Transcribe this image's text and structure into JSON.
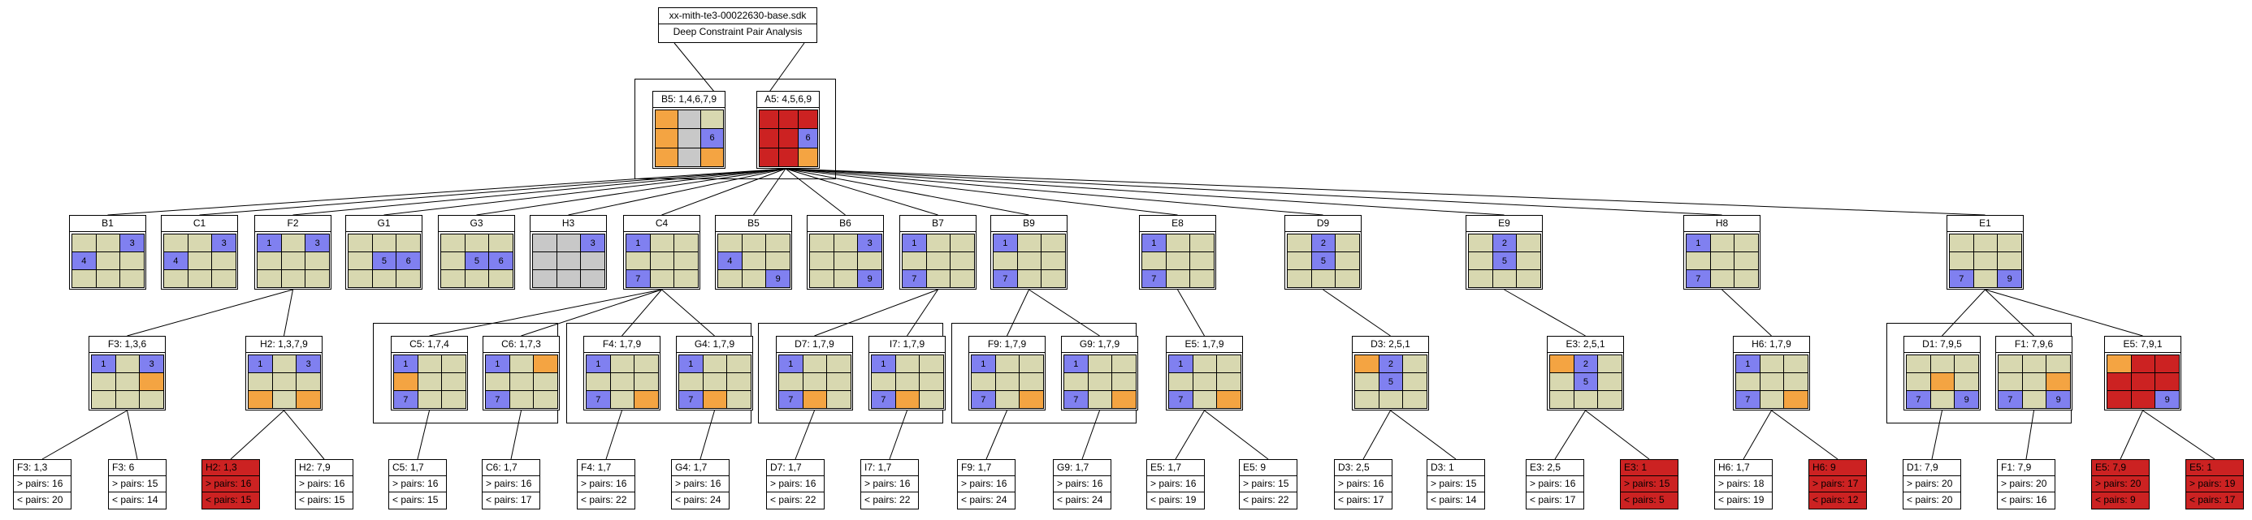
{
  "root": {
    "name": "xx-mith-te3-00022630-base.sdk",
    "subtitle": "Deep Constraint Pair Analysis"
  },
  "colors": {
    "B": "#d8d8b0",
    "O": "#f4a442",
    "P": "#8080f0",
    "G": "#c8c8c8",
    "R": "#cc2222",
    "W": "#ffffff"
  },
  "nodes": [
    {
      "title": "B5: 1,4,6,7,9",
      "cells": [
        [
          "O",
          "G",
          "B"
        ],
        [
          "O",
          "G",
          "P:6"
        ],
        [
          "O",
          "G",
          "O"
        ]
      ]
    },
    {
      "title": "A5: 4,5,6,9",
      "cells": [
        [
          "R",
          "R",
          "R"
        ],
        [
          "R",
          "R",
          "P:6"
        ],
        [
          "R",
          "R",
          "O"
        ]
      ]
    },
    {
      "title": "B1",
      "cells": [
        [
          "B",
          "B",
          "P:3"
        ],
        [
          "P:4",
          "B",
          "B"
        ],
        [
          "B",
          "B",
          "B"
        ]
      ]
    },
    {
      "title": "C1",
      "cells": [
        [
          "B",
          "B",
          "P:3"
        ],
        [
          "P:4",
          "B",
          "B"
        ],
        [
          "B",
          "B",
          "B"
        ]
      ]
    },
    {
      "title": "F2",
      "cells": [
        [
          "P:1",
          "B",
          "P:3"
        ],
        [
          "B",
          "B",
          "B"
        ],
        [
          "B",
          "B",
          "B"
        ]
      ]
    },
    {
      "title": "G1",
      "cells": [
        [
          "B",
          "B",
          "B"
        ],
        [
          "B",
          "P:5",
          "P:6"
        ],
        [
          "B",
          "B",
          "B"
        ]
      ]
    },
    {
      "title": "G3",
      "cells": [
        [
          "B",
          "B",
          "B"
        ],
        [
          "B",
          "P:5",
          "P:6"
        ],
        [
          "B",
          "B",
          "B"
        ]
      ]
    },
    {
      "title": "H3",
      "cells": [
        [
          "G",
          "G",
          "P:3"
        ],
        [
          "G",
          "G",
          "G"
        ],
        [
          "G",
          "G",
          "G"
        ]
      ]
    },
    {
      "title": "C4",
      "cells": [
        [
          "P:1",
          "B",
          "B"
        ],
        [
          "B",
          "B",
          "B"
        ],
        [
          "P:7",
          "B",
          "B"
        ]
      ]
    },
    {
      "title": "B5",
      "cells": [
        [
          "B",
          "B",
          "B"
        ],
        [
          "P:4",
          "B",
          "B"
        ],
        [
          "B",
          "B",
          "P:9"
        ]
      ]
    },
    {
      "title": "B6",
      "cells": [
        [
          "B",
          "B",
          "P:3"
        ],
        [
          "B",
          "B",
          "B"
        ],
        [
          "B",
          "B",
          "P:9"
        ]
      ]
    },
    {
      "title": "B7",
      "cells": [
        [
          "P:1",
          "B",
          "B"
        ],
        [
          "B",
          "B",
          "B"
        ],
        [
          "P:7",
          "B",
          "B"
        ]
      ]
    },
    {
      "title": "B9",
      "cells": [
        [
          "P:1",
          "B",
          "B"
        ],
        [
          "B",
          "B",
          "B"
        ],
        [
          "P:7",
          "B",
          "B"
        ]
      ]
    },
    {
      "title": "E8",
      "cells": [
        [
          "P:1",
          "B",
          "B"
        ],
        [
          "B",
          "B",
          "B"
        ],
        [
          "P:7",
          "B",
          "B"
        ]
      ]
    },
    {
      "title": "D9",
      "cells": [
        [
          "B",
          "P:2",
          "B"
        ],
        [
          "B",
          "P:5",
          "B"
        ],
        [
          "B",
          "B",
          "B"
        ]
      ]
    },
    {
      "title": "E9",
      "cells": [
        [
          "B",
          "P:2",
          "B"
        ],
        [
          "B",
          "P:5",
          "B"
        ],
        [
          "B",
          "B",
          "B"
        ]
      ]
    },
    {
      "title": "H8",
      "cells": [
        [
          "P:1",
          "B",
          "B"
        ],
        [
          "B",
          "B",
          "B"
        ],
        [
          "P:7",
          "B",
          "B"
        ]
      ]
    },
    {
      "title": "E1",
      "cells": [
        [
          "B",
          "B",
          "B"
        ],
        [
          "B",
          "B",
          "B"
        ],
        [
          "P:7",
          "B",
          "P:9"
        ]
      ]
    },
    {
      "title": "F3: 1,3,6",
      "cells": [
        [
          "P:1",
          "B",
          "P:3"
        ],
        [
          "B",
          "B",
          "O"
        ],
        [
          "B",
          "B",
          "B"
        ]
      ]
    },
    {
      "title": "H2: 1,3,7,9",
      "cells": [
        [
          "P:1",
          "B",
          "P:3"
        ],
        [
          "B",
          "B",
          "B"
        ],
        [
          "O",
          "B",
          "O"
        ]
      ]
    },
    {
      "title": "C5: 1,7,4",
      "cells": [
        [
          "P:1",
          "B",
          "B"
        ],
        [
          "O",
          "B",
          "B"
        ],
        [
          "P:7",
          "B",
          "B"
        ]
      ]
    },
    {
      "title": "C6: 1,7,3",
      "cells": [
        [
          "P:1",
          "B",
          "O"
        ],
        [
          "B",
          "B",
          "B"
        ],
        [
          "P:7",
          "B",
          "B"
        ]
      ]
    },
    {
      "title": "F4: 1,7,9",
      "cells": [
        [
          "P:1",
          "B",
          "B"
        ],
        [
          "B",
          "B",
          "B"
        ],
        [
          "P:7",
          "B",
          "O"
        ]
      ]
    },
    {
      "title": "G4: 1,7,9",
      "cells": [
        [
          "P:1",
          "B",
          "B"
        ],
        [
          "B",
          "B",
          "B"
        ],
        [
          "P:7",
          "O",
          "B"
        ]
      ]
    },
    {
      "title": "D7: 1,7,9",
      "cells": [
        [
          "P:1",
          "B",
          "B"
        ],
        [
          "B",
          "B",
          "B"
        ],
        [
          "P:7",
          "O",
          "B"
        ]
      ]
    },
    {
      "title": "I7: 1,7,9",
      "cells": [
        [
          "P:1",
          "B",
          "B"
        ],
        [
          "B",
          "B",
          "B"
        ],
        [
          "P:7",
          "O",
          "B"
        ]
      ]
    },
    {
      "title": "F9: 1,7,9",
      "cells": [
        [
          "P:1",
          "B",
          "B"
        ],
        [
          "B",
          "B",
          "B"
        ],
        [
          "P:7",
          "B",
          "O"
        ]
      ]
    },
    {
      "title": "G9: 1,7,9",
      "cells": [
        [
          "P:1",
          "B",
          "B"
        ],
        [
          "B",
          "B",
          "B"
        ],
        [
          "P:7",
          "B",
          "O"
        ]
      ]
    },
    {
      "title": "E5: 1,7,9",
      "cells": [
        [
          "P:1",
          "B",
          "B"
        ],
        [
          "B",
          "B",
          "B"
        ],
        [
          "P:7",
          "B",
          "O"
        ]
      ]
    },
    {
      "title": "D3: 2,5,1",
      "cells": [
        [
          "O",
          "P:2",
          "B"
        ],
        [
          "B",
          "P:5",
          "B"
        ],
        [
          "B",
          "B",
          "B"
        ]
      ]
    },
    {
      "title": "E3: 2,5,1",
      "cells": [
        [
          "O",
          "P:2",
          "B"
        ],
        [
          "B",
          "P:5",
          "B"
        ],
        [
          "B",
          "B",
          "B"
        ]
      ]
    },
    {
      "title": "H6: 1,7,9",
      "cells": [
        [
          "P:1",
          "B",
          "B"
        ],
        [
          "B",
          "B",
          "B"
        ],
        [
          "P:7",
          "B",
          "O"
        ]
      ]
    },
    {
      "title": "D1: 7,9,5",
      "cells": [
        [
          "B",
          "B",
          "B"
        ],
        [
          "B",
          "O",
          "B"
        ],
        [
          "P:7",
          "B",
          "P:9"
        ]
      ]
    },
    {
      "title": "F1: 7,9,6",
      "cells": [
        [
          "B",
          "B",
          "B"
        ],
        [
          "B",
          "B",
          "O"
        ],
        [
          "P:7",
          "B",
          "P:9"
        ]
      ]
    },
    {
      "title": "E5: 7,9,1",
      "cells": [
        [
          "O",
          "R",
          "R"
        ],
        [
          "R",
          "R",
          "R"
        ],
        [
          "R",
          "R",
          "P:9"
        ]
      ]
    }
  ],
  "leaves": [
    {
      "lines": [
        "F3: 1,3",
        "> pairs: 16",
        "< pairs: 20"
      ],
      "red": false
    },
    {
      "lines": [
        "F3: 6",
        "> pairs: 15",
        "< pairs: 14"
      ],
      "red": false
    },
    {
      "lines": [
        "H2: 1,3",
        "> pairs: 16",
        "< pairs: 15"
      ],
      "red": true
    },
    {
      "lines": [
        "H2: 7,9",
        "> pairs: 16",
        "< pairs: 15"
      ],
      "red": false
    },
    {
      "lines": [
        "C5: 1,7",
        "> pairs: 16",
        "< pairs: 15"
      ],
      "red": false
    },
    {
      "lines": [
        "C6: 1,7",
        "> pairs: 16",
        "< pairs: 17"
      ],
      "red": false
    },
    {
      "lines": [
        "F4: 1,7",
        "> pairs: 16",
        "< pairs: 22"
      ],
      "red": false
    },
    {
      "lines": [
        "G4: 1,7",
        "> pairs: 16",
        "< pairs: 24"
      ],
      "red": false
    },
    {
      "lines": [
        "D7: 1,7",
        "> pairs: 16",
        "< pairs: 22"
      ],
      "red": false
    },
    {
      "lines": [
        "I7: 1,7",
        "> pairs: 16",
        "< pairs: 22"
      ],
      "red": false
    },
    {
      "lines": [
        "F9: 1,7",
        "> pairs: 16",
        "< pairs: 24"
      ],
      "red": false
    },
    {
      "lines": [
        "G9: 1,7",
        "> pairs: 16",
        "< pairs: 24"
      ],
      "red": false
    },
    {
      "lines": [
        "E5: 1,7",
        "> pairs: 16",
        "< pairs: 19"
      ],
      "red": false
    },
    {
      "lines": [
        "E5: 9",
        "> pairs: 15",
        "< pairs: 22"
      ],
      "red": false
    },
    {
      "lines": [
        "D3: 2,5",
        "> pairs: 16",
        "< pairs: 17"
      ],
      "red": false
    },
    {
      "lines": [
        "D3: 1",
        "> pairs: 15",
        "< pairs: 14"
      ],
      "red": false
    },
    {
      "lines": [
        "E3: 2,5",
        "> pairs: 16",
        "< pairs: 17"
      ],
      "red": false
    },
    {
      "lines": [
        "E3: 1",
        "> pairs: 15",
        "< pairs: 5"
      ],
      "red": true
    },
    {
      "lines": [
        "H6: 1,7",
        "> pairs: 18",
        "< pairs: 19"
      ],
      "red": false
    },
    {
      "lines": [
        "H6: 9",
        "> pairs: 17",
        "< pairs: 12"
      ],
      "red": true
    },
    {
      "lines": [
        "D1: 7,9",
        "> pairs: 20",
        "< pairs: 20"
      ],
      "red": false
    },
    {
      "lines": [
        "F1: 7,9",
        "> pairs: 20",
        "< pairs: 16"
      ],
      "red": false
    },
    {
      "lines": [
        "E5: 7,9",
        "> pairs: 20",
        "< pairs: 9"
      ],
      "red": true
    },
    {
      "lines": [
        "E5: 1",
        "> pairs: 19",
        "< pairs: 17"
      ],
      "red": true
    }
  ]
}
